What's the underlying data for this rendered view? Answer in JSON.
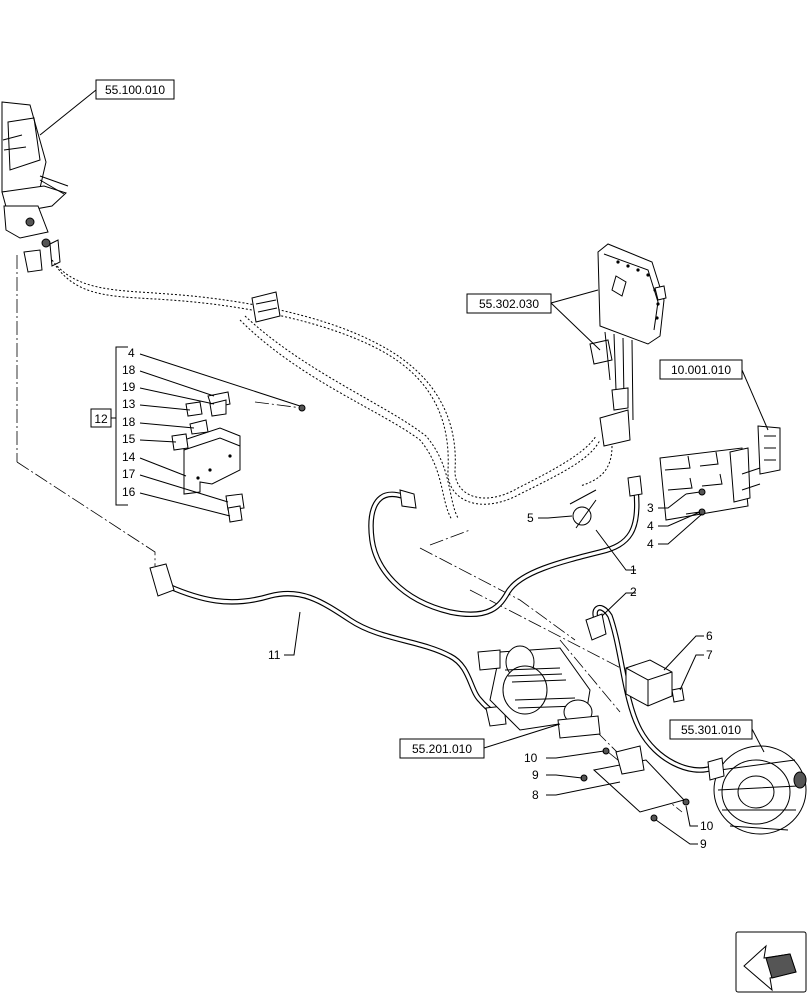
{
  "references": {
    "cab_ref": "55.100.010",
    "ecu_ref": "55.302.030",
    "engine_ref": "10.001.010",
    "starter_ref": "55.201.010",
    "alternator_ref": "55.301.010"
  },
  "kit": {
    "label": "12",
    "items": [
      "4",
      "18",
      "19",
      "13",
      "18",
      "15",
      "14",
      "17",
      "16"
    ]
  },
  "callouts": {
    "c1": "1",
    "c2": "2",
    "c3": "3",
    "c4a": "4",
    "c4b": "4",
    "c5": "5",
    "c6": "6",
    "c7": "7",
    "c8": "8",
    "c9a": "9",
    "c9b": "9",
    "c10a": "10",
    "c10b": "10",
    "c11": "11"
  },
  "icons": {
    "nav": "next-page-arrow-icon"
  }
}
